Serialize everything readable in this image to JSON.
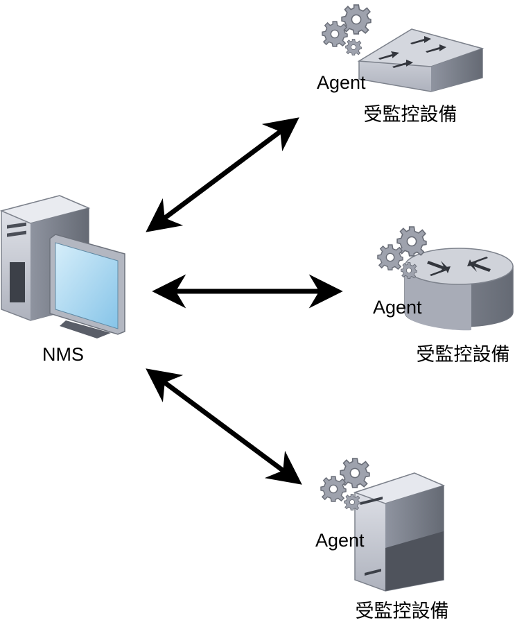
{
  "nms": {
    "label": "NMS"
  },
  "devices": [
    {
      "kind": "switch",
      "agent_label": "Agent",
      "caption": "受監控設備"
    },
    {
      "kind": "router",
      "agent_label": "Agent",
      "caption": "受監控設備"
    },
    {
      "kind": "server",
      "agent_label": "Agent",
      "caption": "受監控設備"
    }
  ],
  "links": [
    {
      "from": "nms",
      "to": "switch",
      "style": "bidirectional"
    },
    {
      "from": "nms",
      "to": "router",
      "style": "bidirectional"
    },
    {
      "from": "nms",
      "to": "server",
      "style": "bidirectional"
    }
  ],
  "icons": {
    "nms": "workstation-icon",
    "switch": "switch-icon",
    "router": "router-icon",
    "server": "server-icon",
    "agent": "gear-icon"
  },
  "colors": {
    "arrow": "#000000",
    "device_light": "#c7cbd6",
    "device_mid": "#9ea3b0",
    "device_dark": "#5a5e68",
    "screen": "#9fd2ee"
  }
}
